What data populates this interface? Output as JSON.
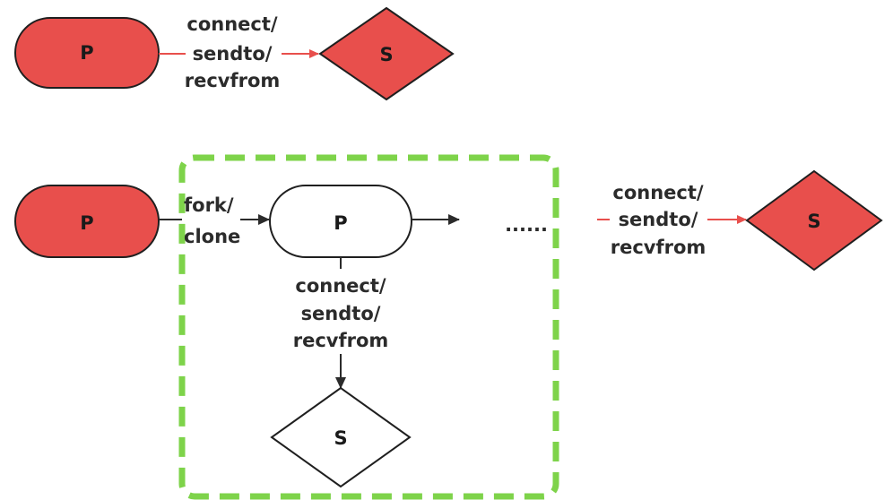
{
  "colors": {
    "process_fill": "#e84f4c",
    "server_fill": "#e84f4c",
    "outline": "#1f1f1f",
    "red_arrow": "#e84f4c",
    "dark_arrow": "#2b2b2b",
    "group_border": "#7ed34a",
    "white_fill": "#ffffff"
  },
  "nodes": {
    "top_process": "P",
    "top_server": "S",
    "parent_process": "P",
    "child_process": "P",
    "child_server": "S",
    "remote_server": "S"
  },
  "edges": {
    "top_connect": [
      "connect/",
      "sendto/",
      "recvfrom"
    ],
    "fork": [
      "fork/",
      "clone"
    ],
    "child_connect": [
      "connect/",
      "sendto/",
      "recvfrom"
    ],
    "remote_connect": [
      "connect/",
      "sendto/",
      "recvfrom"
    ]
  },
  "ellipsis": "......"
}
